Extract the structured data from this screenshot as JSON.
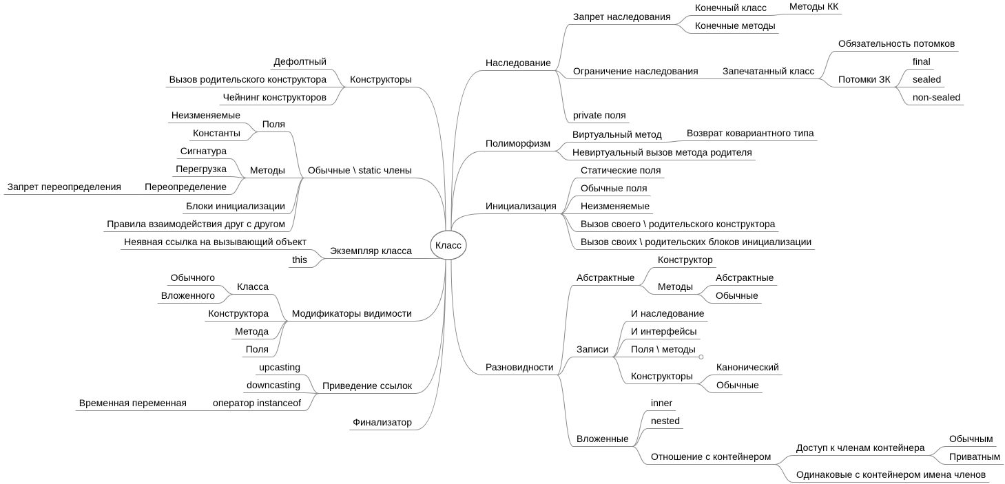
{
  "root": {
    "id": "root",
    "label": "Класс"
  },
  "nodes": [
    {
      "id": "n1",
      "label": "Конструкторы",
      "parent": "root"
    },
    {
      "id": "n1a",
      "label": "Дефолтный",
      "parent": "n1"
    },
    {
      "id": "n1b",
      "label": "Вызов родительского конструктора",
      "parent": "n1"
    },
    {
      "id": "n1c",
      "label": "Чейнинг конструкторов",
      "parent": "n1"
    },
    {
      "id": "n2",
      "label": "Обычные \\ static члены",
      "parent": "root"
    },
    {
      "id": "n2a",
      "label": "Поля",
      "parent": "n2"
    },
    {
      "id": "n2a1",
      "label": "Неизменяемые",
      "parent": "n2a"
    },
    {
      "id": "n2a2",
      "label": "Константы",
      "parent": "n2a"
    },
    {
      "id": "n2b",
      "label": "Методы",
      "parent": "n2"
    },
    {
      "id": "n2b1",
      "label": "Сигнатура",
      "parent": "n2b"
    },
    {
      "id": "n2b2",
      "label": "Перегрузка",
      "parent": "n2b"
    },
    {
      "id": "n2b3",
      "label": "Переопределение",
      "parent": "n2b"
    },
    {
      "id": "n2b3a",
      "label": "Запрет переопределения",
      "parent": "n2b3"
    },
    {
      "id": "n2c",
      "label": "Блоки инициализации",
      "parent": "n2"
    },
    {
      "id": "n2d",
      "label": "Правила взаимодействия друг с другом",
      "parent": "n2"
    },
    {
      "id": "n3",
      "label": "Экземпляр класса",
      "parent": "root"
    },
    {
      "id": "n3a",
      "label": "Неявная ссылка на вызывающий объект",
      "parent": "n3"
    },
    {
      "id": "n3b",
      "label": "this",
      "parent": "n3"
    },
    {
      "id": "n4",
      "label": "Модификаторы видимости",
      "parent": "root"
    },
    {
      "id": "n4a",
      "label": "Класса",
      "parent": "n4"
    },
    {
      "id": "n4a1",
      "label": "Обычного",
      "parent": "n4a"
    },
    {
      "id": "n4a2",
      "label": "Вложенного",
      "parent": "n4a"
    },
    {
      "id": "n4b",
      "label": "Конструктора",
      "parent": "n4"
    },
    {
      "id": "n4c",
      "label": "Метода",
      "parent": "n4"
    },
    {
      "id": "n4d",
      "label": "Поля",
      "parent": "n4"
    },
    {
      "id": "n5",
      "label": "Приведение ссылок",
      "parent": "root"
    },
    {
      "id": "n5a",
      "label": "upcasting",
      "parent": "n5"
    },
    {
      "id": "n5b",
      "label": "downcasting",
      "parent": "n5"
    },
    {
      "id": "n5c",
      "label": "оператор instanceof",
      "parent": "n5"
    },
    {
      "id": "n5c1",
      "label": "Временная переменная",
      "parent": "n5c"
    },
    {
      "id": "n6",
      "label": "Финализатор",
      "parent": "root"
    },
    {
      "id": "r1",
      "label": "Наследование",
      "parent": "root"
    },
    {
      "id": "r1a",
      "label": "Запрет наследования",
      "parent": "r1"
    },
    {
      "id": "r1a1",
      "label": "Конечный класс",
      "parent": "r1a"
    },
    {
      "id": "r1a1a",
      "label": "Методы КК",
      "parent": "r1a1"
    },
    {
      "id": "r1a2",
      "label": "Конечные методы",
      "parent": "r1a"
    },
    {
      "id": "r1b",
      "label": "Ограничение наследования",
      "parent": "r1"
    },
    {
      "id": "r1b1",
      "label": "Запечатанный класс",
      "parent": "r1b"
    },
    {
      "id": "r1b1a",
      "label": "Обязательность потомков",
      "parent": "r1b1"
    },
    {
      "id": "r1b1b",
      "label": "Потомки ЗК",
      "parent": "r1b1"
    },
    {
      "id": "r1b1b1",
      "label": "final",
      "parent": "r1b1b"
    },
    {
      "id": "r1b1b2",
      "label": "sealed",
      "parent": "r1b1b"
    },
    {
      "id": "r1b1b3",
      "label": "non-sealed",
      "parent": "r1b1b"
    },
    {
      "id": "r1c",
      "label": "private поля",
      "parent": "r1"
    },
    {
      "id": "r2",
      "label": "Полиморфизм",
      "parent": "root"
    },
    {
      "id": "r2a",
      "label": "Виртуальный метод",
      "parent": "r2"
    },
    {
      "id": "r2a1",
      "label": "Возврат ковариантного типа",
      "parent": "r2a"
    },
    {
      "id": "r2b",
      "label": "Невиртуальный вызов метода родителя",
      "parent": "r2"
    },
    {
      "id": "r3",
      "label": "Инициализация",
      "parent": "root"
    },
    {
      "id": "r3a",
      "label": "Статические поля",
      "parent": "r3"
    },
    {
      "id": "r3b",
      "label": "Обычные поля",
      "parent": "r3"
    },
    {
      "id": "r3c",
      "label": "Неизменяемые",
      "parent": "r3"
    },
    {
      "id": "r3d",
      "label": "Вызов своего \\ родительского конструктора",
      "parent": "r3"
    },
    {
      "id": "r3e",
      "label": "Вызов своих \\ родительских блоков инициализации",
      "parent": "r3"
    },
    {
      "id": "r4",
      "label": "Разновидности",
      "parent": "root"
    },
    {
      "id": "r4a",
      "label": "Абстрактные",
      "parent": "r4"
    },
    {
      "id": "r4a1",
      "label": "Конструктор",
      "parent": "r4a"
    },
    {
      "id": "r4a2",
      "label": "Методы",
      "parent": "r4a"
    },
    {
      "id": "r4a2a",
      "label": "Абстрактные",
      "parent": "r4a2"
    },
    {
      "id": "r4a2b",
      "label": "Обычные",
      "parent": "r4a2"
    },
    {
      "id": "r4b",
      "label": "Записи",
      "parent": "r4"
    },
    {
      "id": "r4b1",
      "label": "И наследование",
      "parent": "r4b"
    },
    {
      "id": "r4b2",
      "label": "И интерфейсы",
      "parent": "r4b"
    },
    {
      "id": "r4b3",
      "label": "Поля \\ методы",
      "parent": "r4b",
      "collapsed": true
    },
    {
      "id": "r4b4",
      "label": "Конструкторы",
      "parent": "r4b"
    },
    {
      "id": "r4b4a",
      "label": "Канонический",
      "parent": "r4b4"
    },
    {
      "id": "r4b4b",
      "label": "Обычные",
      "parent": "r4b4"
    },
    {
      "id": "r4c",
      "label": "Вложенные",
      "parent": "r4"
    },
    {
      "id": "r4c1",
      "label": "inner",
      "parent": "r4c"
    },
    {
      "id": "r4c2",
      "label": "nested",
      "parent": "r4c"
    },
    {
      "id": "r4c3",
      "label": "Отношение с контейнером",
      "parent": "r4c"
    },
    {
      "id": "r4c3a",
      "label": "Доступ к членам контейнера",
      "parent": "r4c3"
    },
    {
      "id": "r4c3a1",
      "label": "Обычным",
      "parent": "r4c3a"
    },
    {
      "id": "r4c3a2",
      "label": "Приватным",
      "parent": "r4c3a"
    },
    {
      "id": "r4c3b",
      "label": "Одинаковые с контейнером имена членов",
      "parent": "r4c3"
    }
  ]
}
